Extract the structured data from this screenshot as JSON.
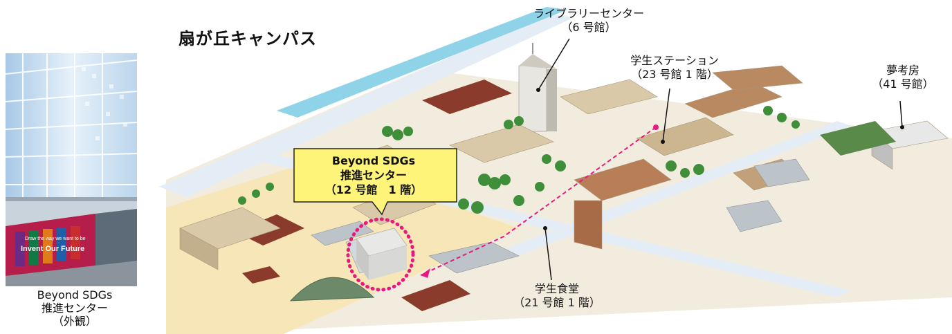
{
  "photo": {
    "sign_line1": "Draw the way we want to be",
    "sign_line2": "Invent Our Future",
    "caption": [
      "Beyond SDGs",
      "推進センター",
      "（外観）"
    ]
  },
  "campus_title": "扇が丘キャンパス",
  "callout": {
    "line1": "Beyond SDGs",
    "line2": "推進センター",
    "line3": "（12 号館　1 階）"
  },
  "labels": {
    "library": {
      "line1": "ライブラリーセンター",
      "line2": "（6 号館）"
    },
    "student_station": {
      "line1": "学生ステーション",
      "line2": "（23 号館 1 階）"
    },
    "yumekobo": {
      "line1": "夢考房",
      "line2": "（41 号館）"
    },
    "cafeteria": {
      "line1": "学生食堂",
      "line2": "（21 号館 1 階）"
    }
  },
  "colors": {
    "callout_fill": "#fff47a",
    "route": "#e6197e",
    "ground": "#f7e6b8",
    "road": "#e4ecf5",
    "canal": "#8fd3e8",
    "trees": "#3f8f3a",
    "roof_red": "#8a3b2b",
    "building": "#d9c9a8"
  }
}
